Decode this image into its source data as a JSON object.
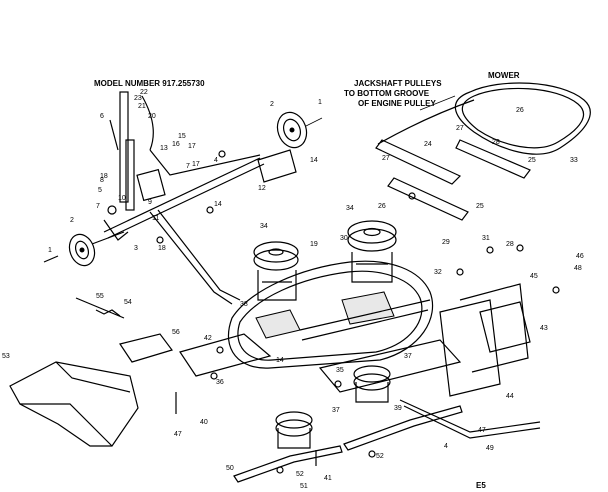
{
  "header": {
    "model": "MODEL NUMBER 917.255730",
    "mower": "MOWER",
    "note_lines": [
      "JACKSHAFT PULLEYS",
      "TO BOTTOM GROOVE",
      "OF ENGINE PULLEY"
    ]
  },
  "footer_code": "E5",
  "callouts": [
    "1",
    "2",
    "3",
    "4",
    "5",
    "6",
    "7",
    "8",
    "9",
    "10",
    "11",
    "12",
    "13",
    "14",
    "15",
    "16",
    "17",
    "18",
    "19",
    "20",
    "21",
    "22",
    "23",
    "24",
    "25",
    "26",
    "27",
    "28",
    "29",
    "30",
    "31",
    "32",
    "33",
    "34",
    "35",
    "36",
    "37",
    "38",
    "39",
    "40",
    "41",
    "42",
    "43",
    "44",
    "45",
    "46",
    "47",
    "48",
    "49",
    "50",
    "51",
    "52",
    "53",
    "54",
    "55",
    "56"
  ],
  "callout_marks": [
    {
      "id": "c1a",
      "text": "1"
    },
    {
      "id": "c1b",
      "text": "1"
    },
    {
      "id": "c2a",
      "text": "2"
    },
    {
      "id": "c2b",
      "text": "2"
    },
    {
      "id": "c3",
      "text": "3"
    },
    {
      "id": "c4a",
      "text": "4"
    },
    {
      "id": "c4b",
      "text": "4"
    },
    {
      "id": "c5",
      "text": "5"
    },
    {
      "id": "c6",
      "text": "6"
    },
    {
      "id": "c7a",
      "text": "7"
    },
    {
      "id": "c7b",
      "text": "7"
    },
    {
      "id": "c8",
      "text": "8"
    },
    {
      "id": "c9",
      "text": "9"
    },
    {
      "id": "c10",
      "text": "10"
    },
    {
      "id": "c11",
      "text": "11"
    },
    {
      "id": "c12",
      "text": "12"
    },
    {
      "id": "c13",
      "text": "13"
    },
    {
      "id": "c14a",
      "text": "14"
    },
    {
      "id": "c14b",
      "text": "14"
    },
    {
      "id": "c14c",
      "text": "14"
    },
    {
      "id": "c15",
      "text": "15"
    },
    {
      "id": "c16",
      "text": "16"
    },
    {
      "id": "c17a",
      "text": "17"
    },
    {
      "id": "c17b",
      "text": "17"
    },
    {
      "id": "c18a",
      "text": "18"
    },
    {
      "id": "c18b",
      "text": "18"
    },
    {
      "id": "c19",
      "text": "19"
    },
    {
      "id": "c20",
      "text": "20"
    },
    {
      "id": "c21",
      "text": "21"
    },
    {
      "id": "c22",
      "text": "22"
    },
    {
      "id": "c23",
      "text": "23"
    },
    {
      "id": "c24",
      "text": "24"
    },
    {
      "id": "c25a",
      "text": "25"
    },
    {
      "id": "c25b",
      "text": "25"
    },
    {
      "id": "c26a",
      "text": "26"
    },
    {
      "id": "c26b",
      "text": "26"
    },
    {
      "id": "c27a",
      "text": "27"
    },
    {
      "id": "c27b",
      "text": "27"
    },
    {
      "id": "c28a",
      "text": "28"
    },
    {
      "id": "c28b",
      "text": "28"
    },
    {
      "id": "c29",
      "text": "29"
    },
    {
      "id": "c30",
      "text": "30"
    },
    {
      "id": "c31",
      "text": "31"
    },
    {
      "id": "c32",
      "text": "32"
    },
    {
      "id": "c33",
      "text": "33"
    },
    {
      "id": "c34a",
      "text": "34"
    },
    {
      "id": "c34b",
      "text": "34"
    },
    {
      "id": "c35",
      "text": "35"
    },
    {
      "id": "c36",
      "text": "36"
    },
    {
      "id": "c37a",
      "text": "37"
    },
    {
      "id": "c37b",
      "text": "37"
    },
    {
      "id": "c38",
      "text": "38"
    },
    {
      "id": "c39",
      "text": "39"
    },
    {
      "id": "c40",
      "text": "40"
    },
    {
      "id": "c41",
      "text": "41"
    },
    {
      "id": "c42",
      "text": "42"
    },
    {
      "id": "c43",
      "text": "43"
    },
    {
      "id": "c44",
      "text": "44"
    },
    {
      "id": "c45",
      "text": "45"
    },
    {
      "id": "c46",
      "text": "46"
    },
    {
      "id": "c47a",
      "text": "47"
    },
    {
      "id": "c47b",
      "text": "47"
    },
    {
      "id": "c48",
      "text": "48"
    },
    {
      "id": "c49",
      "text": "49"
    },
    {
      "id": "c50",
      "text": "50"
    },
    {
      "id": "c51",
      "text": "51"
    },
    {
      "id": "c52a",
      "text": "52"
    },
    {
      "id": "c52b",
      "text": "52"
    },
    {
      "id": "c53",
      "text": "53"
    },
    {
      "id": "c54",
      "text": "54"
    },
    {
      "id": "c55",
      "text": "55"
    },
    {
      "id": "c56",
      "text": "56"
    }
  ]
}
